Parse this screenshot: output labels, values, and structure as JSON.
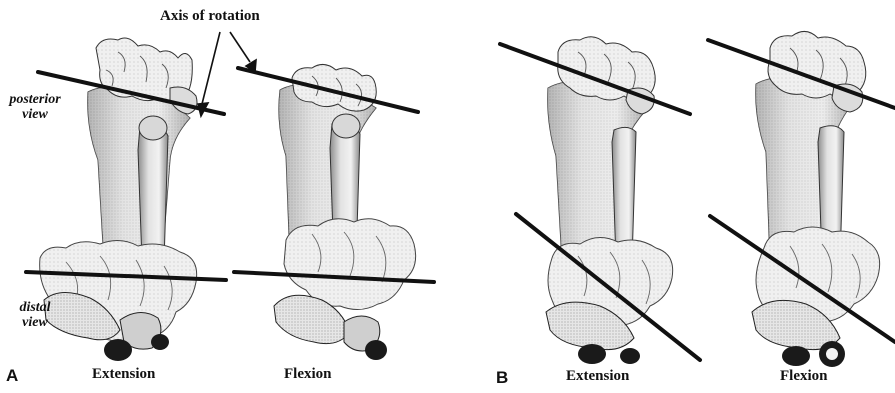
{
  "annotation": {
    "axis_label": "Axis of rotation"
  },
  "views": {
    "posterior": [
      "posterior",
      "view"
    ],
    "distal": [
      "distal",
      "view"
    ]
  },
  "panels": [
    {
      "letter": "A",
      "columns": [
        "Extension",
        "Flexion"
      ]
    },
    {
      "letter": "B",
      "columns": [
        "Extension",
        "Flexion"
      ]
    }
  ],
  "colors": {
    "bone_fill": "#e4e4e4",
    "bone_shade": "#9a9a9a",
    "outline": "#2a2a2a",
    "axis_line": "#111111",
    "carpal_fill": "#f1f1f1"
  }
}
